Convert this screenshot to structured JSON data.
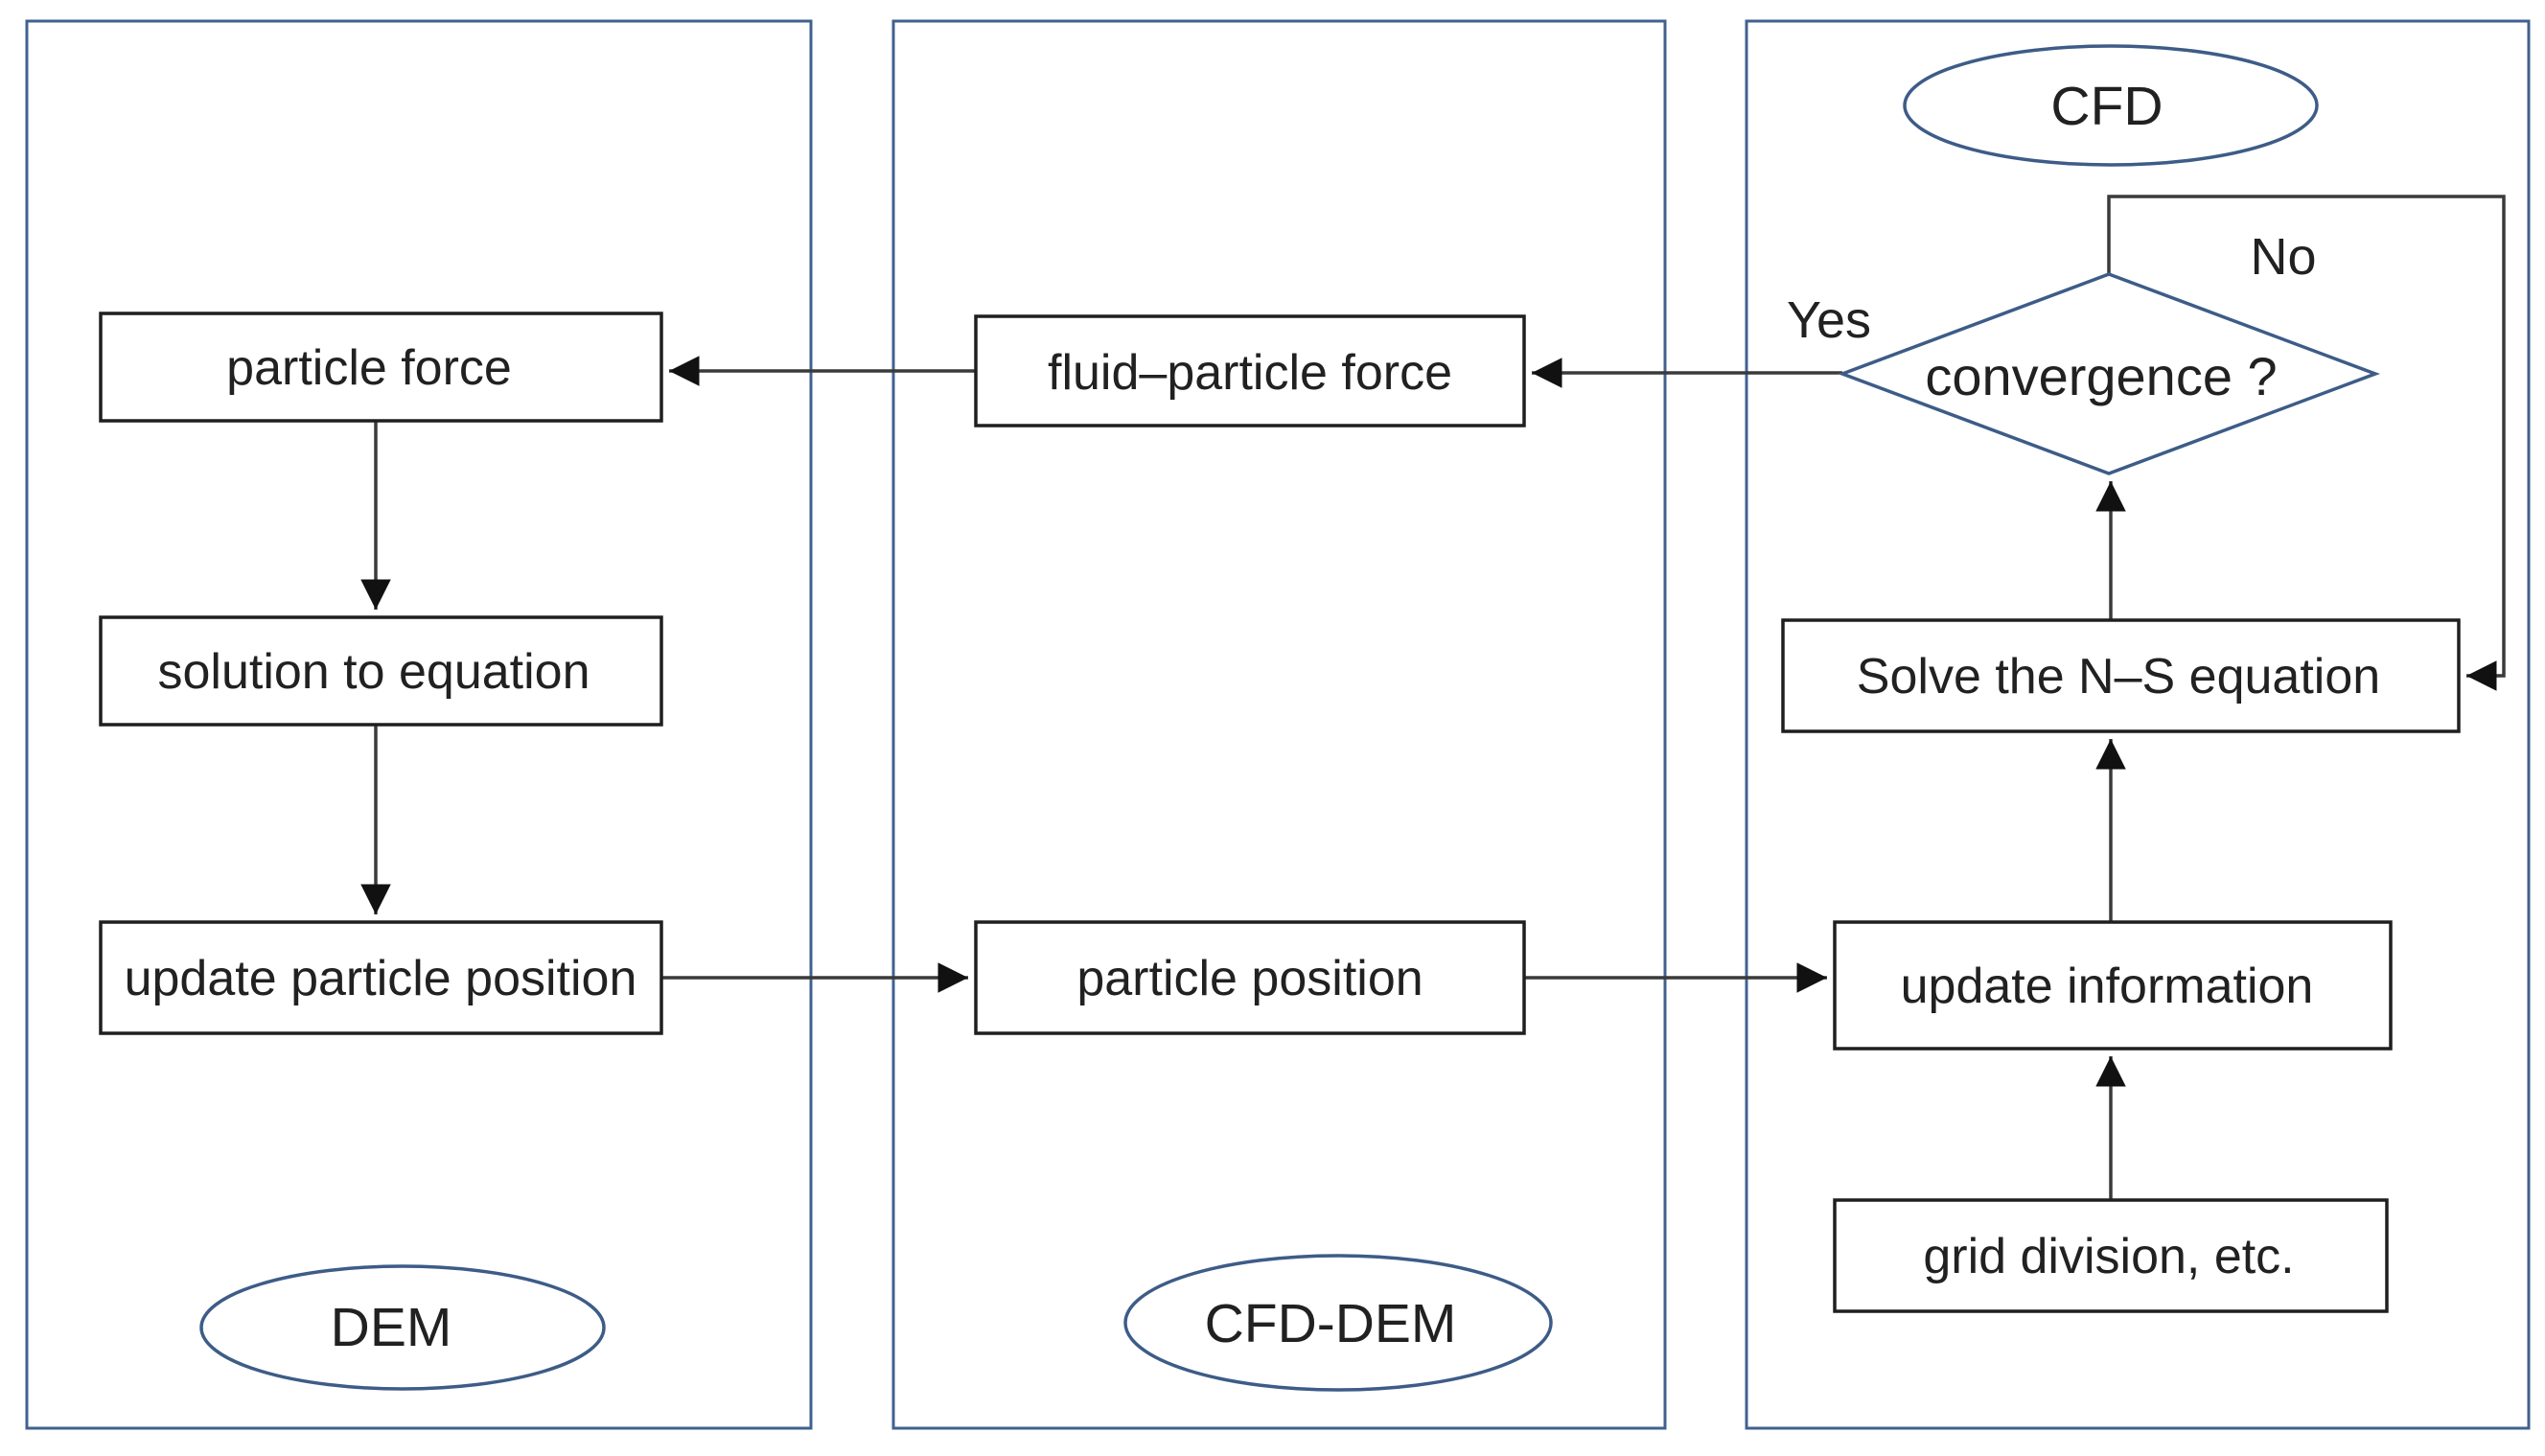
{
  "figure": {
    "type": "flowchart",
    "description": "CFD-DEM coupling scheme flowchart with three panels"
  },
  "colors": {
    "panel_border": "#40618f",
    "shape_border": "#1f1f1f",
    "decision_border": "#3d5c87",
    "connector": "#3a3a3a",
    "arrowhead": "#111111",
    "text": "#212121",
    "bg": "#ffffff"
  },
  "panels": {
    "dem": {
      "title": "DEM"
    },
    "cfd_dem": {
      "title": "CFD-DEM"
    },
    "cfd": {
      "title": "CFD"
    }
  },
  "nodes": {
    "particle_force": {
      "label": "particle force"
    },
    "solution_to_equation": {
      "label": "solution to equation"
    },
    "update_particle_position": {
      "label": "update particle position"
    },
    "fluid_particle_force": {
      "label": "fluid–particle force"
    },
    "particle_position": {
      "label": "particle position"
    },
    "solve_ns_equation": {
      "label": "Solve the N–S equation"
    },
    "update_information": {
      "label": "update information"
    },
    "grid_division": {
      "label": "grid division, etc."
    }
  },
  "decision": {
    "label": "convergence ?",
    "yes": "Yes",
    "no": "No"
  }
}
